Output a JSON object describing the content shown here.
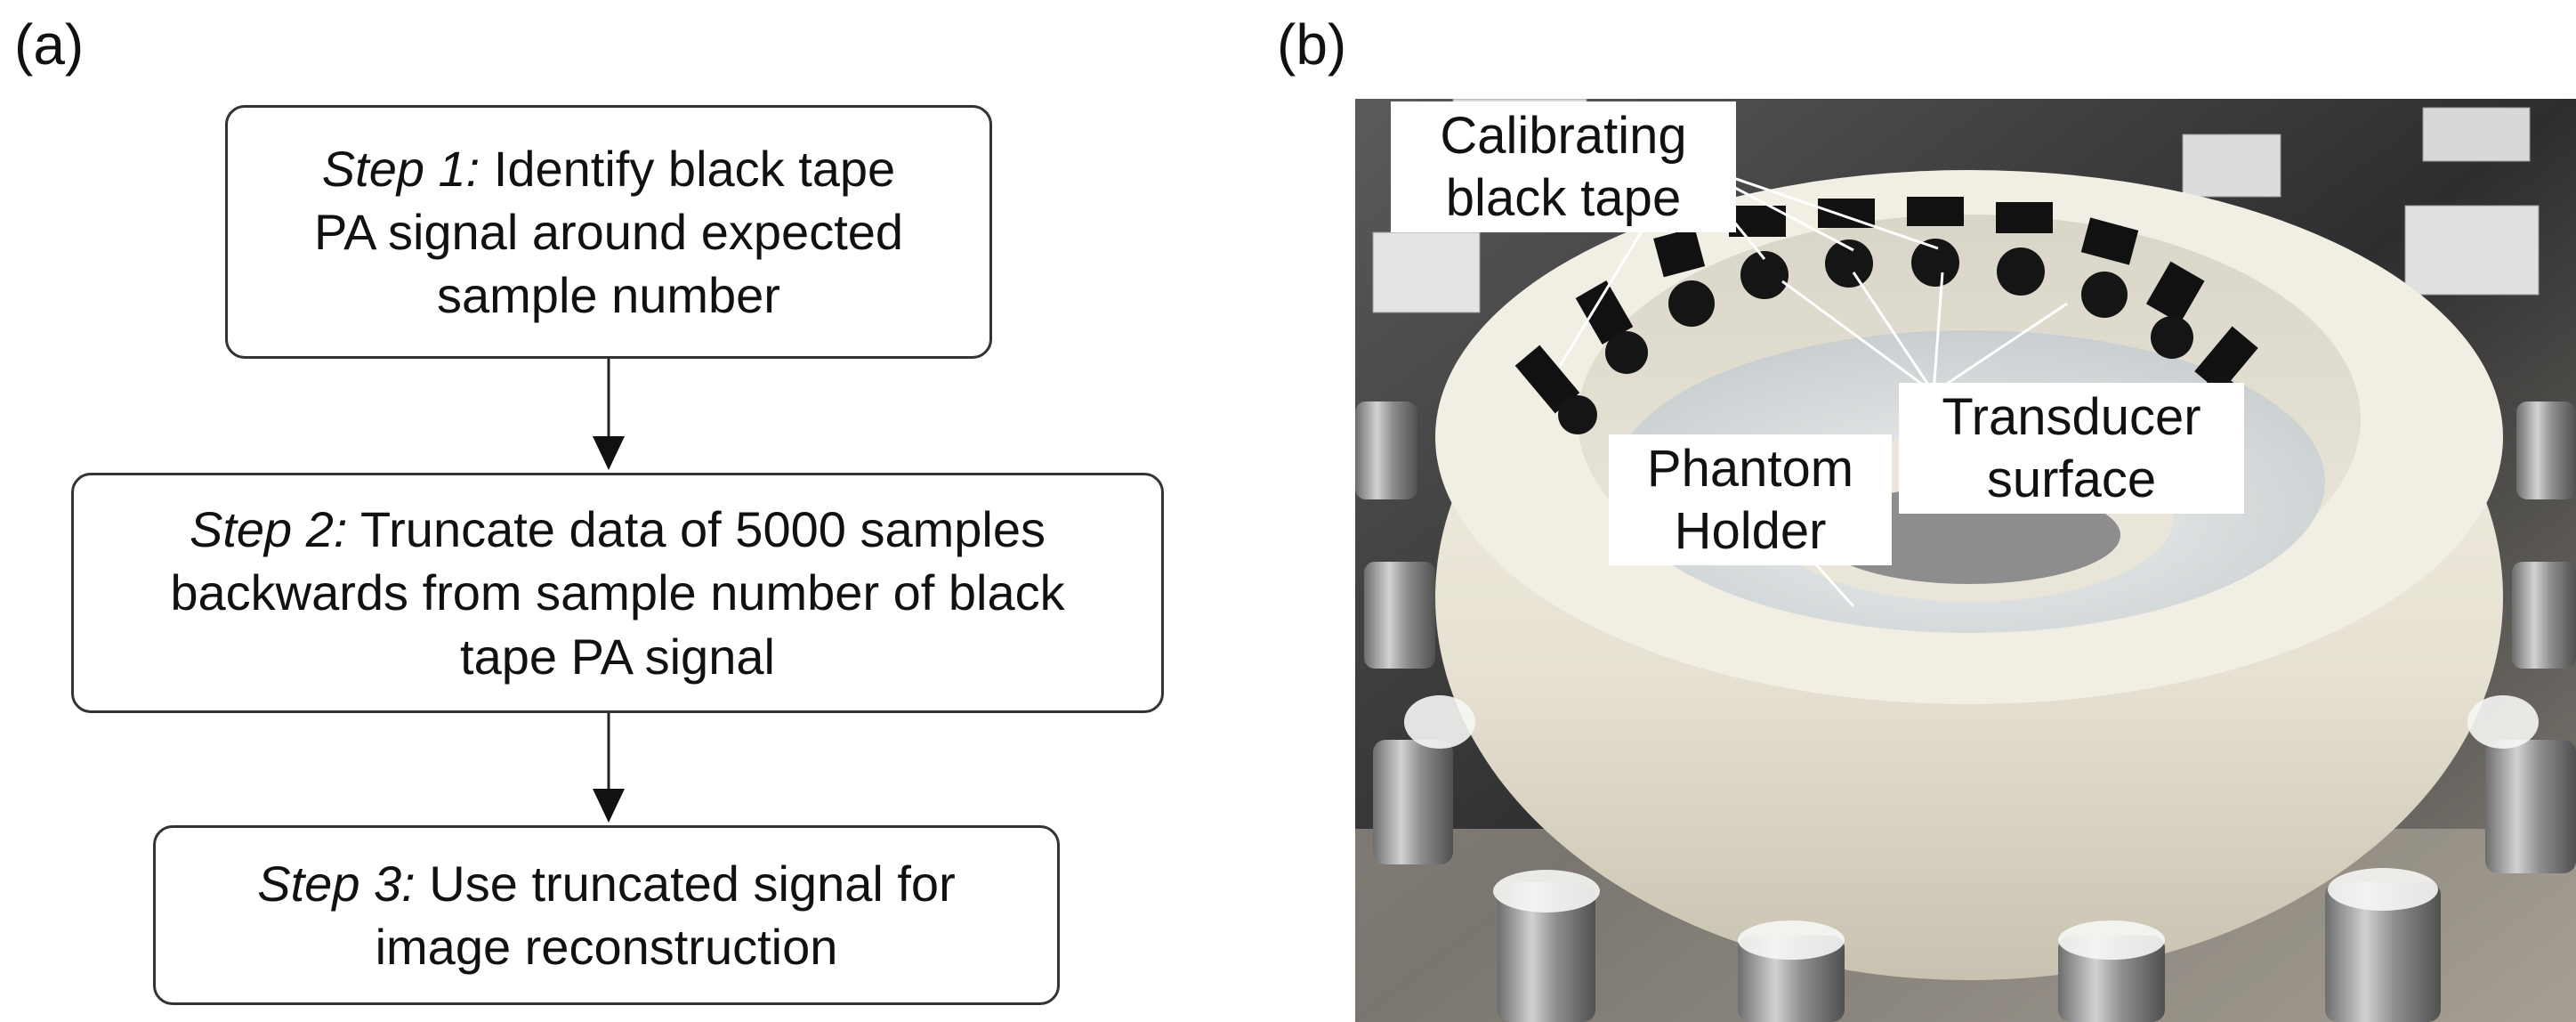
{
  "panels": {
    "a": {
      "label": "(a)"
    },
    "b": {
      "label": "(b)"
    }
  },
  "flowchart": {
    "steps": [
      {
        "prefix": "Step 1:",
        "line1": " Identify black tape",
        "line2": "PA signal around expected",
        "line3": "sample number"
      },
      {
        "prefix": "Step 2:",
        "line1": " Truncate data of 5000 samples",
        "line2": "backwards from sample number of black",
        "line3": "tape PA signal"
      },
      {
        "prefix": "Step 3:",
        "line1": " Use truncated signal for",
        "line2": "image reconstruction"
      }
    ]
  },
  "photo": {
    "callouts": {
      "tape": {
        "line1": "Calibrating",
        "line2": "black tape"
      },
      "transducer": {
        "line1": "Transducer",
        "line2": "surface"
      },
      "phantom": {
        "line1": "Phantom",
        "line2": "Holder"
      }
    },
    "colors": {
      "ring": "#ebe7da",
      "ring_shadow": "#c9c3b2",
      "tape": "#111111",
      "water": "#d6dadb",
      "background_dark": "#3a3a3a",
      "connector": "#a8a8a8"
    }
  }
}
